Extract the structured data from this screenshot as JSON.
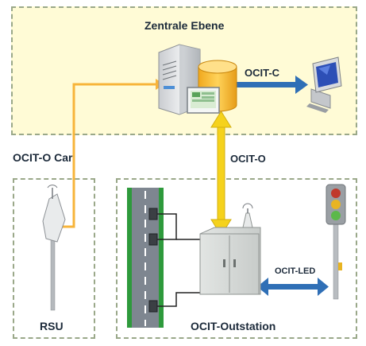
{
  "zones": {
    "central": {
      "title": "Zentrale Ebene"
    },
    "rsu": {
      "title": "RSU"
    },
    "outstation": {
      "title": "OCIT-Outstation"
    }
  },
  "links": {
    "ocit_c": "OCIT-C",
    "ocit_o": "OCIT-O",
    "ocit_o_car": "OCIT-O Car",
    "ocit_led": "OCIT-LED"
  },
  "colors": {
    "zone_fill": "#fffbd6",
    "zone_border": "#9aa889",
    "yellow_link": "#f5d21c",
    "orange_link": "#f7b43a",
    "blue_link": "#2f6fb6",
    "road_green": "#2e9a3c",
    "road_gray": "#7e8690"
  },
  "icons": [
    "server-icon",
    "database-icon",
    "workstation-icon",
    "antenna-icon",
    "traffic-light-icon",
    "cabinet-icon",
    "loop-detector-icon"
  ]
}
